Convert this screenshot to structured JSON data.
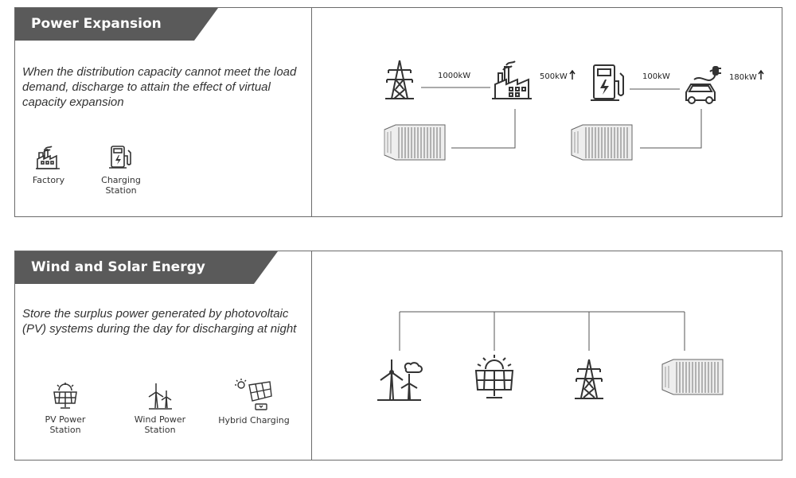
{
  "sections": [
    {
      "title": "Power Expansion",
      "description": "When the distribution capacity cannot meet the load demand, discharge to attain the effect of virtual capacity expansion",
      "legend": [
        {
          "label": "Factory",
          "icon": "factory-icon"
        },
        {
          "label": "Charging Station",
          "icon": "charging-station-icon"
        }
      ],
      "diagram": {
        "link1": "1000kW",
        "boost1": "500kW",
        "link2": "100kW",
        "boost2": "180kW"
      }
    },
    {
      "title": "Wind and Solar Energy Consumption",
      "description": "Store the surplus power generated by photovoltaic (PV) systems during the day for discharging at night",
      "legend": [
        {
          "label": "PV Power Station",
          "icon": "solar-panel-icon"
        },
        {
          "label": "Wind Power Station",
          "icon": "wind-turbine-icon"
        },
        {
          "label": "Hybrid Charging",
          "icon": "hybrid-charging-icon"
        }
      ],
      "diagram": {
        "nodes": [
          "wind-turbine-icon",
          "solar-panel-icon",
          "power-tower-icon",
          "battery-container-icon"
        ]
      }
    }
  ],
  "colors": {
    "tab": "#5a5a5a",
    "border": "#6b6b6b",
    "icon": "#333333"
  }
}
